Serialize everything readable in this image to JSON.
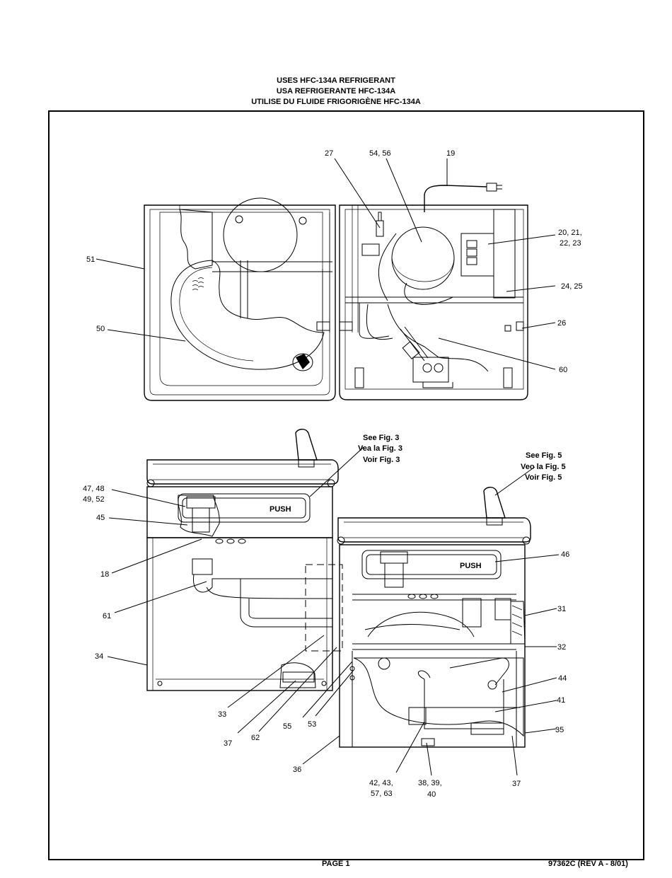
{
  "header": {
    "line1": "USES HFC-134A REFRIGERANT",
    "line2": "USA REFRIGERANTE HFC-134A",
    "line3": "UTILISE DU FLUIDE FRIGORIGÈNE HFC-134A"
  },
  "footer": {
    "page": "PAGE 1",
    "doc_number": "97362C (REV A - 8/01)"
  },
  "top_view_callouts": {
    "c27": "27",
    "c54_56": "54, 56",
    "c19": "19",
    "c20_21": "20, 21,",
    "c22_23": "22, 23",
    "c51": "51",
    "c24_25": "24, 25",
    "c26": "26",
    "c50": "50",
    "c60": "60"
  },
  "front_view_callouts": {
    "fig3_en": "See Fig. 3",
    "fig3_es": "Vea la Fig. 3",
    "fig3_fr": "Voir Fig. 3",
    "fig5_en": "See Fig. 5",
    "fig5_es": "Veo la Fig. 5",
    "fig5_fr": "Voir Fig. 5",
    "c47_48": "47, 48",
    "c49_52": "49, 52",
    "c45": "45",
    "c46": "46",
    "c18": "18",
    "c61": "61",
    "c31": "31",
    "c32": "32",
    "c34": "34",
    "c44": "44",
    "c41": "41",
    "c35": "35",
    "c33": "33",
    "c55": "55",
    "c53": "53",
    "c37a": "37",
    "c62": "62",
    "c36": "36",
    "c42_43": "42, 43,",
    "c57_63": "57, 63",
    "c38_39": "38, 39,",
    "c40": "40",
    "c37b": "37"
  },
  "push_label_left": "PUSH",
  "push_label_right": "PUSH"
}
